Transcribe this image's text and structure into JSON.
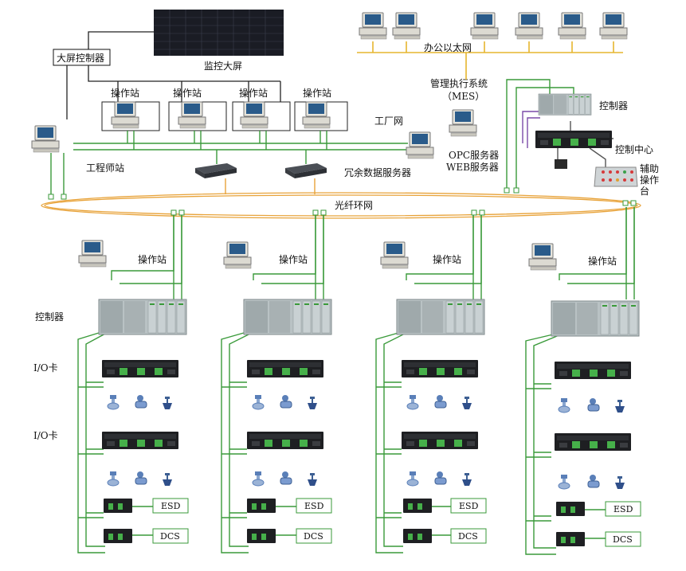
{
  "labels": {
    "big_screen_controller": "大屏控制器",
    "monitor_screen": "监控大屏",
    "office_ethernet": "办公以太网",
    "mes_line1": "管理执行系统",
    "mes_line2": "（MES）",
    "factory_net": "工厂网",
    "opc_server": "OPC服务器",
    "web_server": "WEB服务器",
    "controller_top": "控制器",
    "control_center": "控制中心",
    "aux_line1": "辅助",
    "aux_line2": "操作",
    "aux_line3": "台",
    "engineer_station": "工程师站",
    "redundant_server": "冗余数据服务器",
    "fiber_ring": "光纤环网",
    "operator_station": "操作站",
    "controller_left": "控制器",
    "io_card_1": "I/O卡",
    "io_card_2": "I/O卡",
    "esd": "ESD",
    "dcs": "DCS"
  },
  "colors": {
    "green_line": "#3a9a3a",
    "orange_ring": "#e8a33a",
    "yellow_line": "#e6b52e",
    "purple_line": "#7a4aa8"
  },
  "top_operator_stations": [
    "操作站",
    "操作站",
    "操作站",
    "操作站"
  ],
  "field_column_titles": [
    "操作站",
    "操作站",
    "操作站",
    "操作站"
  ]
}
